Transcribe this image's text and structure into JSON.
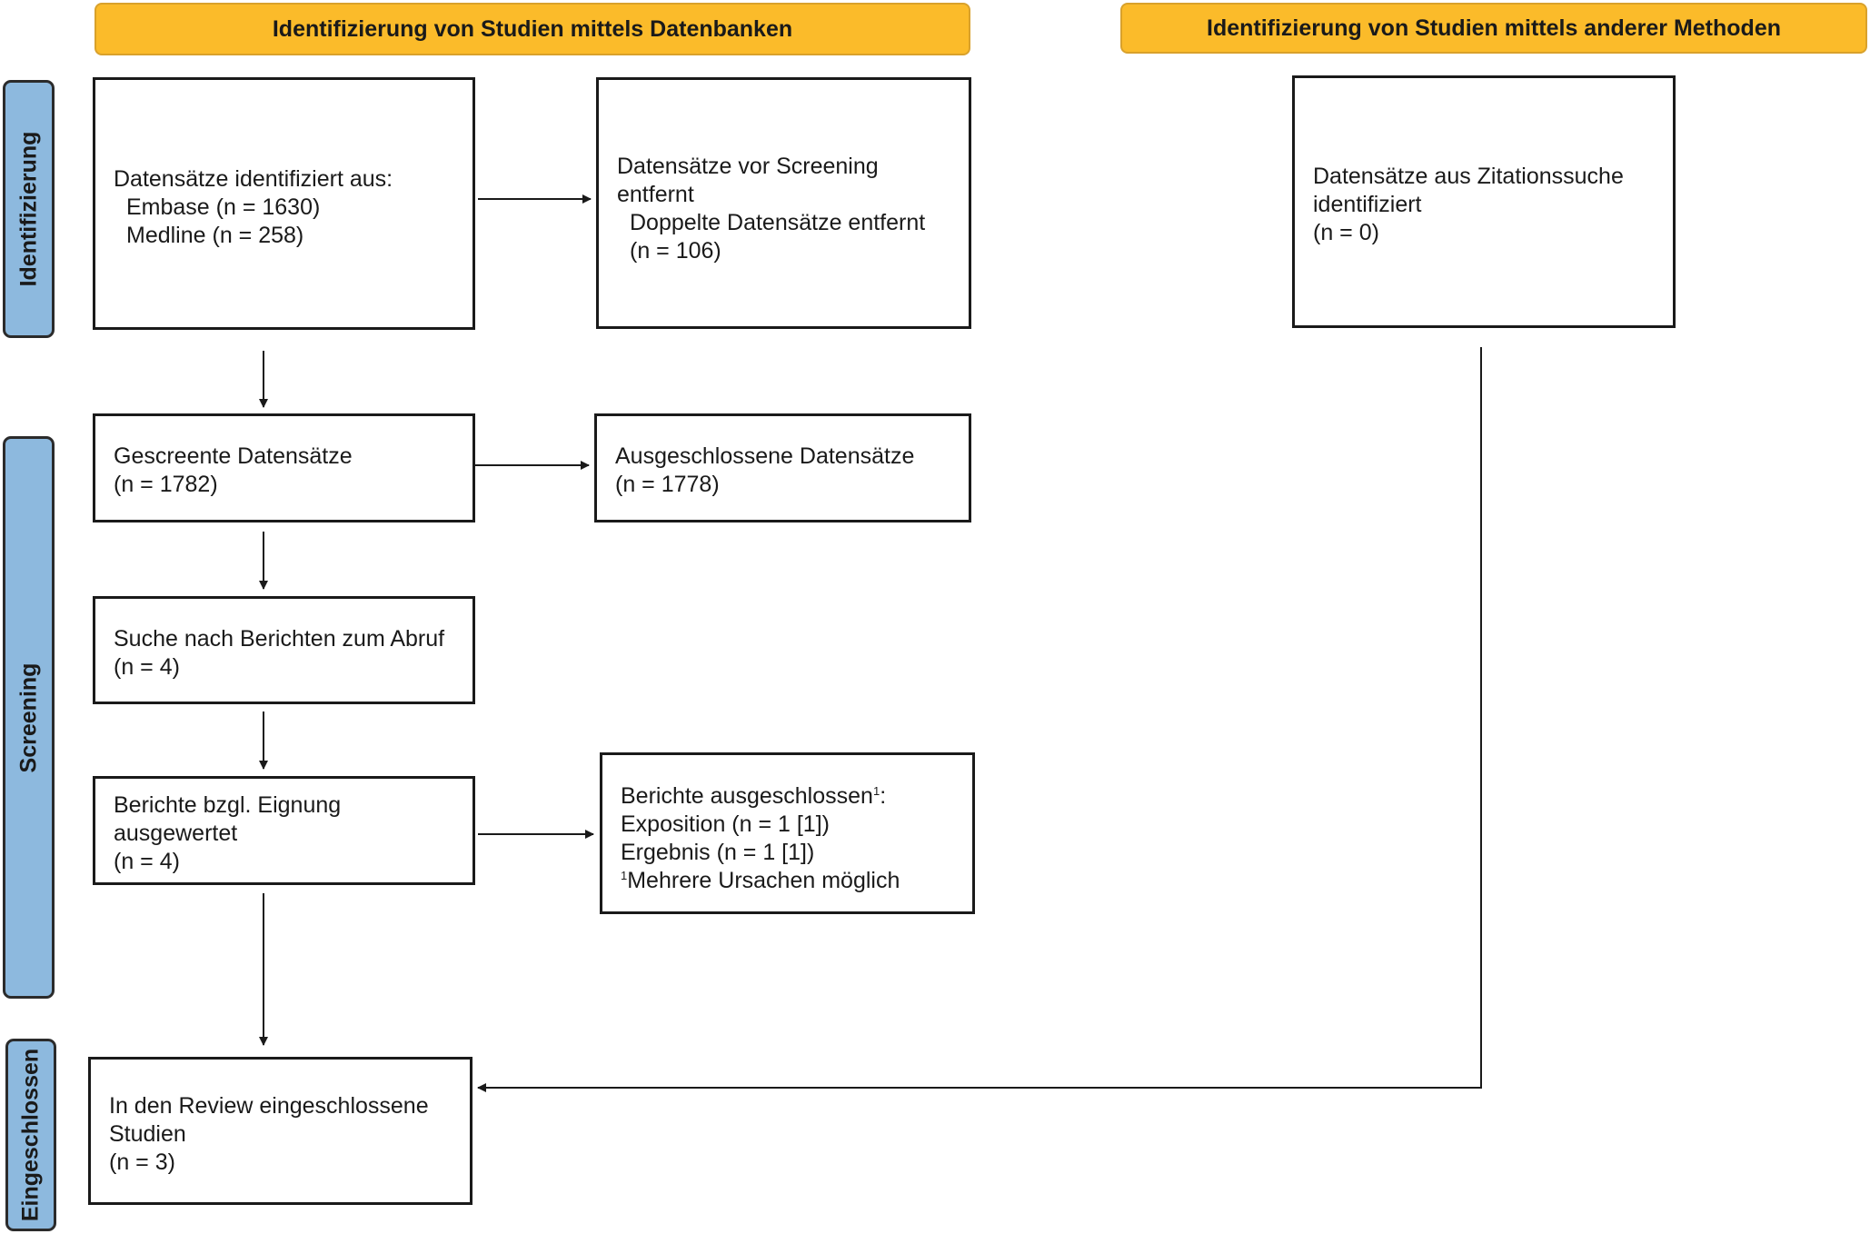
{
  "headers": {
    "databases": "Identifizierung von Studien mittels Datenbanken",
    "other_methods": "Identifizierung von Studien mittels anderer Methoden"
  },
  "phases": {
    "identification": "Identifizierung",
    "screening": "Screening",
    "included": "Eingeschlossen"
  },
  "boxes": {
    "identified": {
      "line1": "Datensätze identifiziert aus:",
      "line2": "Embase (n = 1630)",
      "line3": "Medline (n = 258)"
    },
    "removed": {
      "line1": "Datensätze vor Screening",
      "line2": "entfernt",
      "line3": "Doppelte Datensätze entfernt",
      "line4": "(n = 106)"
    },
    "citation": {
      "line1": "Datensätze aus Zitationssuche",
      "line2": "identifiziert",
      "line3": "(n = 0)"
    },
    "screened": {
      "line1": "Gescreente Datensätze",
      "line2": "(n = 1782)"
    },
    "excluded": {
      "line1": "Ausgeschlossene Datensätze",
      "line2": "(n = 1778)"
    },
    "sought": {
      "line1": "Suche nach Berichten zum Abruf",
      "line2": "(n = 4)"
    },
    "assessed": {
      "line1": "Berichte bzgl. Eignung",
      "line2": "ausgewertet",
      "line3": "(n = 4)"
    },
    "reports_excluded": {
      "line1": "Berichte ausgeschlossen",
      "line1_sup": "1",
      "line1_suffix": ":",
      "line2": "Exposition (n = 1 [1])",
      "line3": "Ergebnis (n = 1 [1])",
      "footnote_sup": "1",
      "footnote": "Mehrere Ursachen möglich"
    },
    "included": {
      "line1": "In den Review eingeschlossene",
      "line2": "Studien",
      "line3": "(n = 3)"
    }
  },
  "colors": {
    "header_fill": "#fbbb2a",
    "phase_fill": "#8db9de",
    "line": "#1a1a1a"
  }
}
